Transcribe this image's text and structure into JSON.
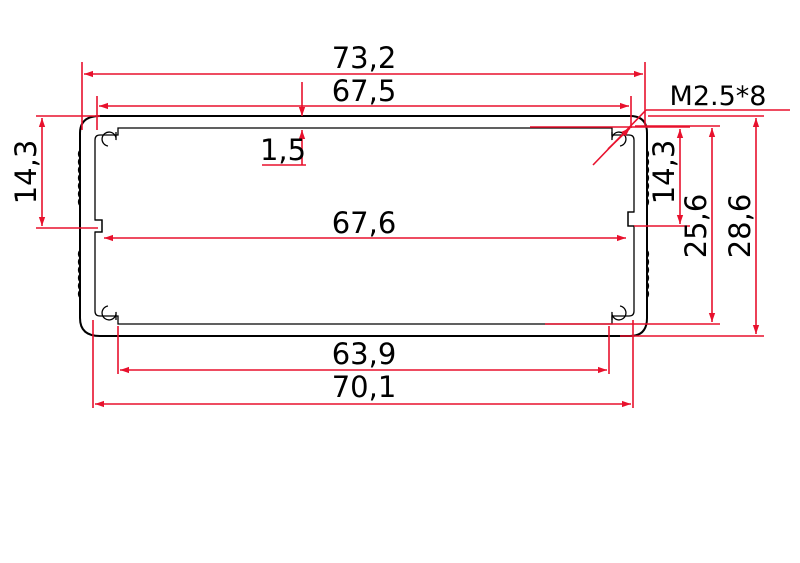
{
  "dimensions": {
    "overall_width": "73,2",
    "top_inner_width": "67,5",
    "wall_thickness": "1,5",
    "groove_width": "67,6",
    "bottom_inner_width": "63,9",
    "bottom_width": "70,1",
    "screw_spec": "M2.5*8",
    "left_section_height": "14,3",
    "right_section_height": "14,3",
    "inner_height": "25,6",
    "total_height": "28,6"
  },
  "colors": {
    "dimension": "#e8112d",
    "outline": "#000000",
    "background": "#ffffff"
  }
}
